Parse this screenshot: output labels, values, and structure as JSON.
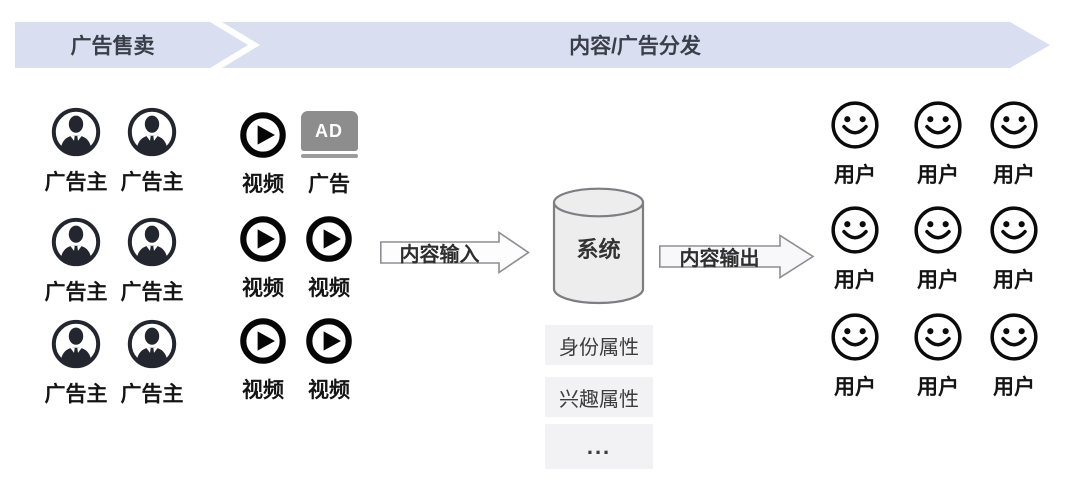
{
  "header": {
    "left_banner_label": "广告售卖",
    "right_banner_label": "内容/广告分发"
  },
  "advertisers": {
    "label": "广告主",
    "count": 6,
    "rows": 3,
    "per_row": 2
  },
  "content": {
    "video_label": "视频",
    "ad_label": "广告",
    "ad_badge_text": "AD",
    "rows": [
      [
        "video",
        "ad"
      ],
      [
        "video",
        "video"
      ],
      [
        "video",
        "video"
      ]
    ]
  },
  "flow": {
    "input_arrow_label": "内容输入",
    "system_label": "系统",
    "output_arrow_label": "内容输出",
    "attribute_boxes": [
      "身份属性",
      "兴趣属性",
      "..."
    ]
  },
  "users": {
    "label": "用户",
    "count": 9,
    "rows": 3,
    "cols": 3
  },
  "colors": {
    "banner_bg": "#d9def0",
    "banner_text": "#3a3e49",
    "dark_icon": "#23262f",
    "ad_gray": "#8d8d8d",
    "attr_box_bg": "#f2f2f4",
    "shape_stroke": "#8d8d93",
    "cylinder_fill": "#ededee",
    "background": "#ffffff"
  }
}
